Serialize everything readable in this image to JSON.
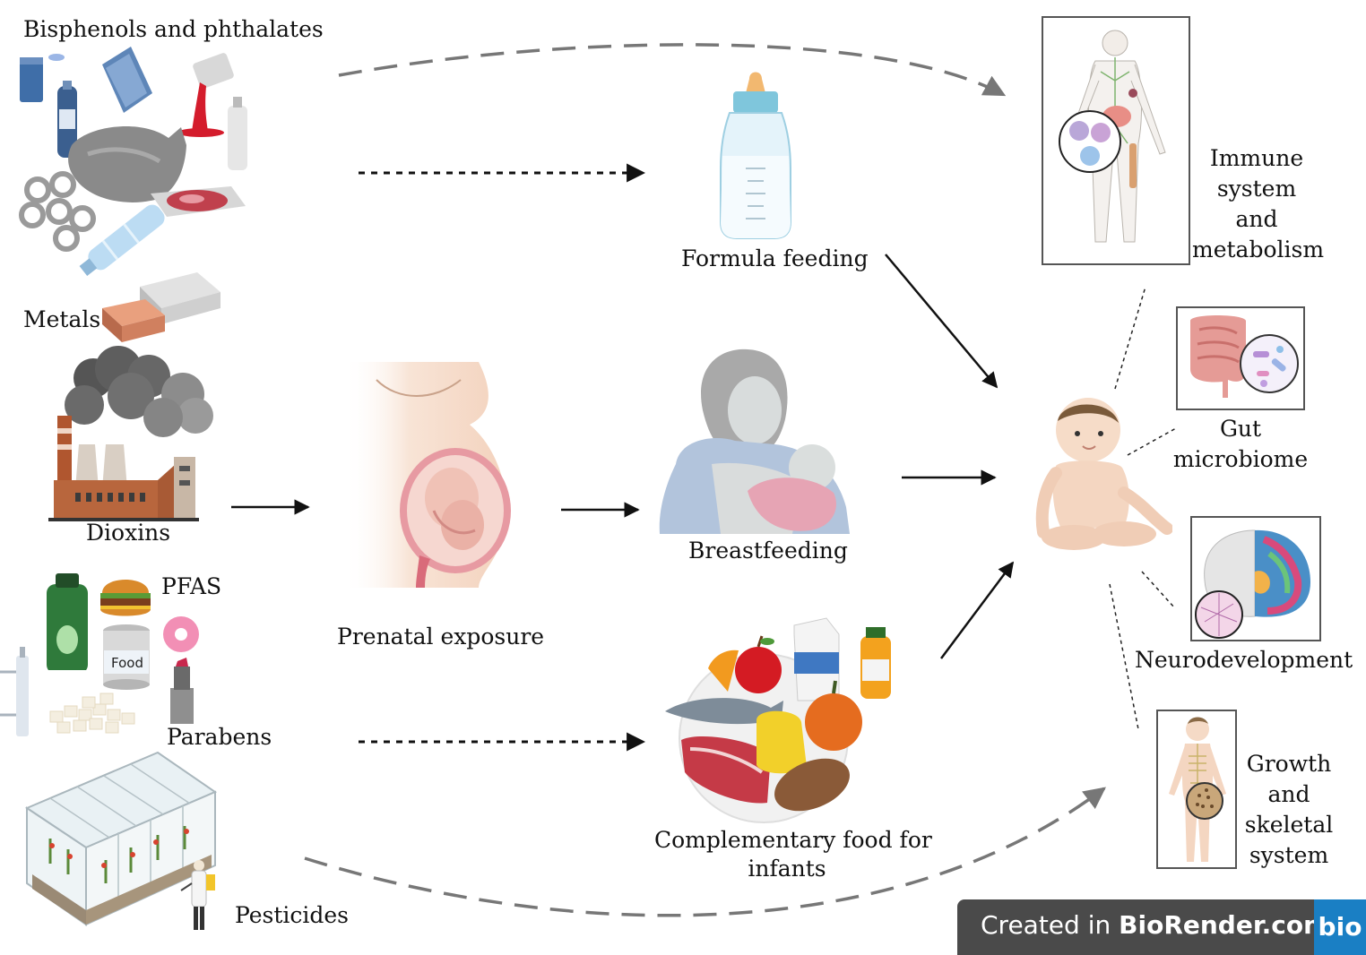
{
  "sources": {
    "bisphenols": "Bisphenols and phthalates",
    "metals": "Metals",
    "dioxins": "Dioxins",
    "pfas": "PFAS",
    "food_can": "Food",
    "parabens": "Parabens",
    "pesticides": "Pesticides"
  },
  "pathways": {
    "prenatal": "Prenatal exposure",
    "formula": "Formula feeding",
    "breastfeeding": "Breastfeeding",
    "complementary_line1": "Complementary food for",
    "complementary_line2": "infants"
  },
  "outcomes": {
    "immune": [
      "Immune",
      "system",
      "and",
      "metabolism"
    ],
    "gut": [
      "Gut",
      "microbiome"
    ],
    "neuro": "Neurodevelopment",
    "growth": [
      "Growth",
      "and",
      "skeletal",
      "system"
    ]
  },
  "badge": {
    "prefix": "Created in ",
    "brand": "BioRender.com",
    "logo": "bio"
  },
  "colors": {
    "arrow": "#111111",
    "dashed_arrow": "#777777",
    "badge_bg": "#4a4a4a",
    "badge_logo": "#1a7fc4"
  }
}
